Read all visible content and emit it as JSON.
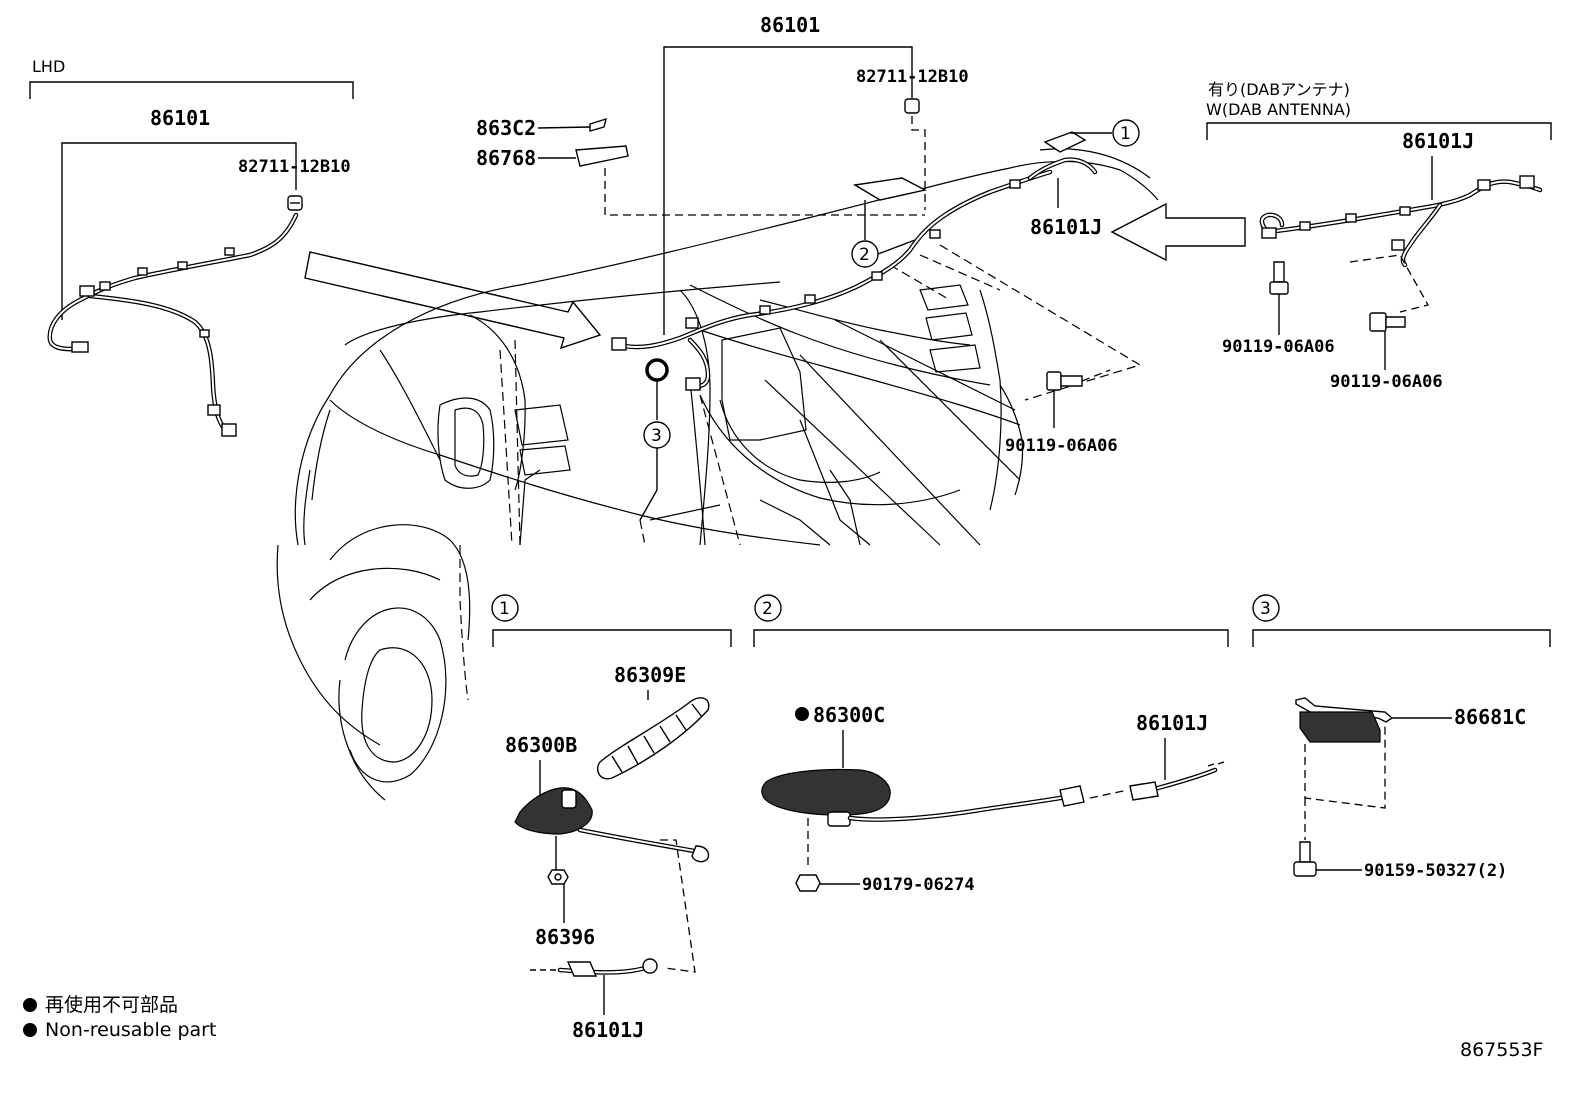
{
  "lhd": {
    "label": "LHD",
    "harness": "86101",
    "clip": "82711-12B10"
  },
  "center": {
    "harness": "86101",
    "clip": "82711-12B10",
    "part_a": "863C2",
    "part_b": "86768",
    "harness_j": "86101J",
    "bolt": "90119-06A06"
  },
  "dab": {
    "label_jp": "有り(DABアンテナ)",
    "label_en": "W(DAB ANTENNA)",
    "harness": "86101J",
    "bolt_left": "90119-06A06",
    "bolt_right": "90119-06A06"
  },
  "detail_1": {
    "number": "1",
    "base": "86300B",
    "pole": "86309E",
    "nut": "86396",
    "harness": "86101J"
  },
  "detail_2": {
    "number": "2",
    "antenna": "86300C",
    "harness": "86101J",
    "nut": "90179-06274"
  },
  "detail_3": {
    "number": "3",
    "amp": "86681C",
    "screw": "90159-50327(2)"
  },
  "callouts": [
    "1",
    "2",
    "3"
  ],
  "legend": {
    "marker_jp": "再使用不可部品",
    "marker_en": "Non-reusable part",
    "marker_icon": "filled-circle-icon"
  },
  "diagram_id": "867553F"
}
